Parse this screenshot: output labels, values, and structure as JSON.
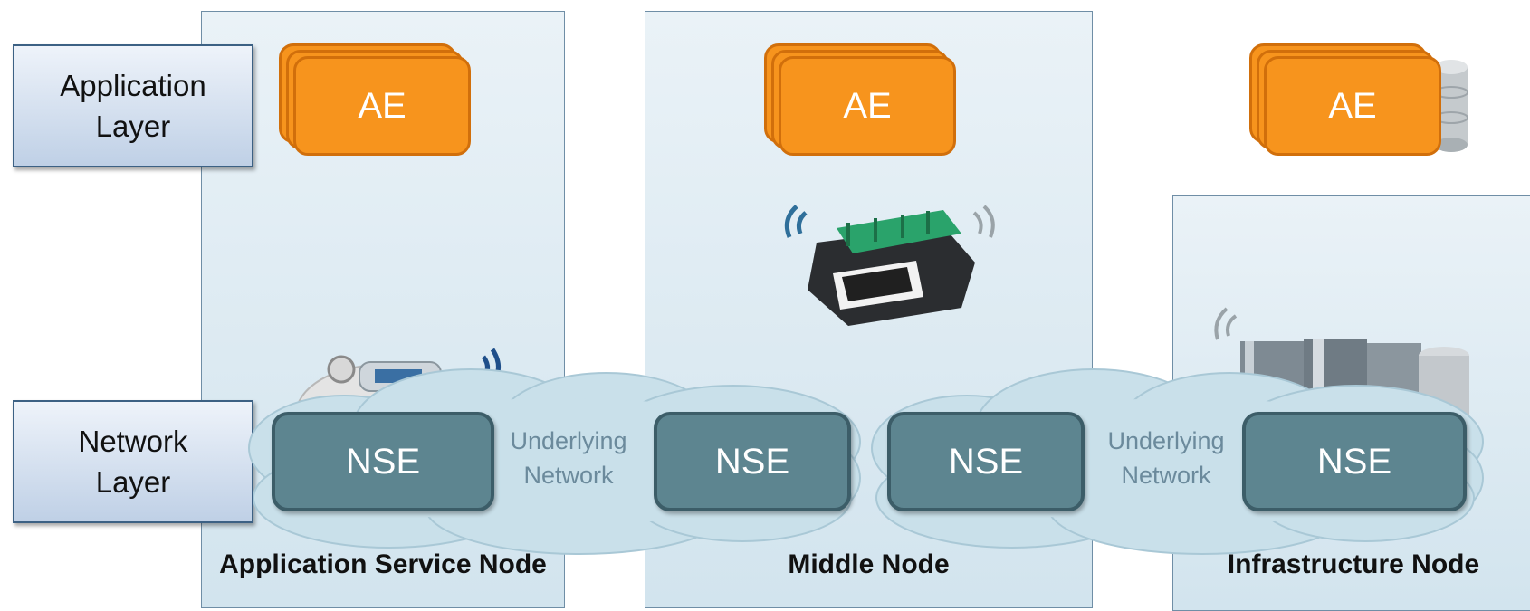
{
  "layers": [
    {
      "label": "Application\nLayer"
    },
    {
      "label": "Network\nLayer"
    }
  ],
  "nodes": [
    {
      "title": "Application Service Node",
      "ae_label": "AE",
      "nse_label": "NSE"
    },
    {
      "title": "Middle Node",
      "ae_label": "AE",
      "nse_labels": [
        "NSE",
        "NSE"
      ]
    },
    {
      "title": "Infrastructure Node",
      "ae_label": "AE",
      "nse_label": "NSE"
    }
  ],
  "networks": [
    {
      "label": "Underlying\nNetwork"
    },
    {
      "label": "Underlying\nNetwork"
    }
  ],
  "colors": {
    "ae_fill": "#f7941d",
    "nse_fill": "#5d8590",
    "cloud_fill": "#c9e0ea",
    "panel_fill": "#dfeaf1",
    "layer_label_border": "#3c6184"
  },
  "icons": [
    "health-device-icon",
    "gateway-device-icon",
    "server-rack-icon",
    "database-icon",
    "wireless-signal-icon"
  ]
}
